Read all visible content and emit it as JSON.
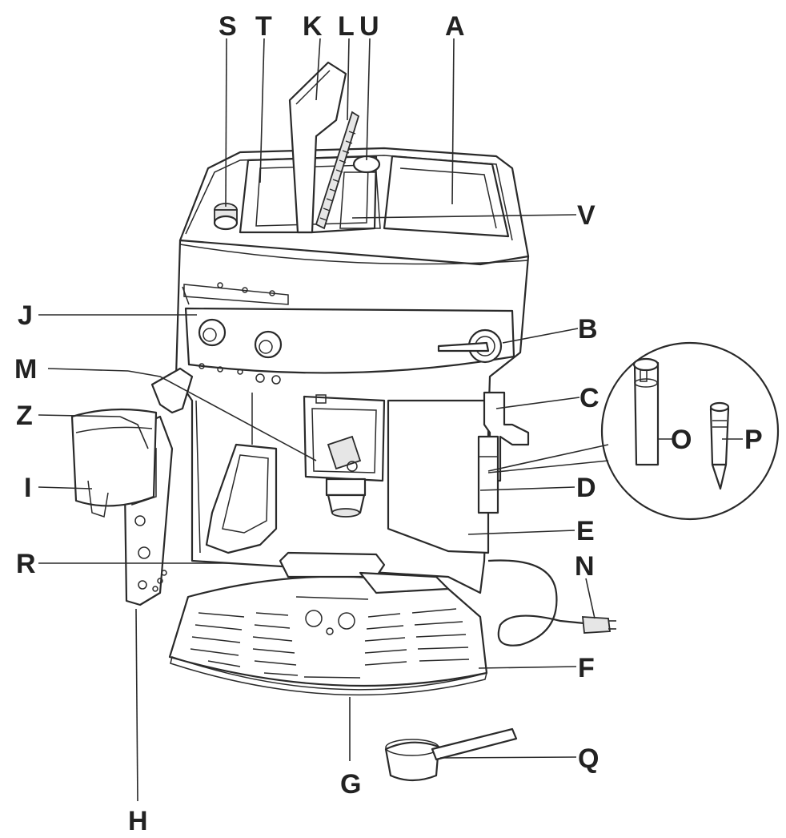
{
  "diagram": {
    "colors": {
      "line": "#2a2a2a",
      "label": "#222222",
      "fill": "#ffffff",
      "shade": "#e6e6e6"
    },
    "labels": {
      "S": "S",
      "T": "T",
      "K": "K",
      "L": "L",
      "U": "U",
      "A": "A",
      "V": "V",
      "J": "J",
      "B": "B",
      "M": "M",
      "C": "C",
      "Z": "Z",
      "O": "O",
      "P": "P",
      "I": "I",
      "D": "D",
      "E": "E",
      "R": "R",
      "N": "N",
      "F": "F",
      "Q": "Q",
      "G": "G",
      "H": "H"
    }
  }
}
